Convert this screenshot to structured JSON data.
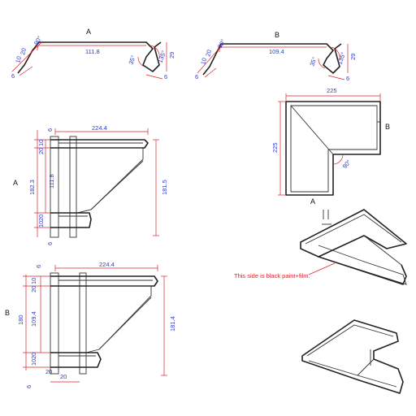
{
  "profile_a": {
    "label": "A",
    "dims": {
      "width": "111.8",
      "left_angle": "90°",
      "left_h": "20",
      "left_h2": "10",
      "left_lip": "6",
      "right_angle1": "35°",
      "right_angle2": "135°",
      "right_h": "29",
      "right_lip": "6"
    }
  },
  "profile_b": {
    "label": "B",
    "dims": {
      "width": "109.4",
      "left_angle": "90°",
      "left_h": "20",
      "left_h2": "10",
      "left_lip": "6",
      "right_angle1": "35°",
      "right_angle2": "135°",
      "right_h": "29",
      "right_lip": "6"
    }
  },
  "plan": {
    "dims": {
      "width": "225",
      "height": "225",
      "angle": "90°"
    },
    "label_b": "B",
    "label_a": "A"
  },
  "side_a": {
    "label": "A",
    "dims": {
      "top_lip": "6",
      "width": "224.4",
      "h1": "20",
      "h2": "10",
      "total": "182.3",
      "mid": "111.8",
      "right": "181.5",
      "b1": "10",
      "b2": "20",
      "bottom_lip": "6"
    }
  },
  "side_b": {
    "label": "B",
    "dims": {
      "top_lip": "6",
      "width": "224.4",
      "h1": "20",
      "h2": "10",
      "total": "180",
      "mid": "109.4",
      "right": "181.4",
      "b1": "10",
      "b2": "20",
      "bottom_lip": "6",
      "bottom_w1": "20",
      "bottom_w2": "20"
    }
  },
  "note": "This side is black paint+film."
}
